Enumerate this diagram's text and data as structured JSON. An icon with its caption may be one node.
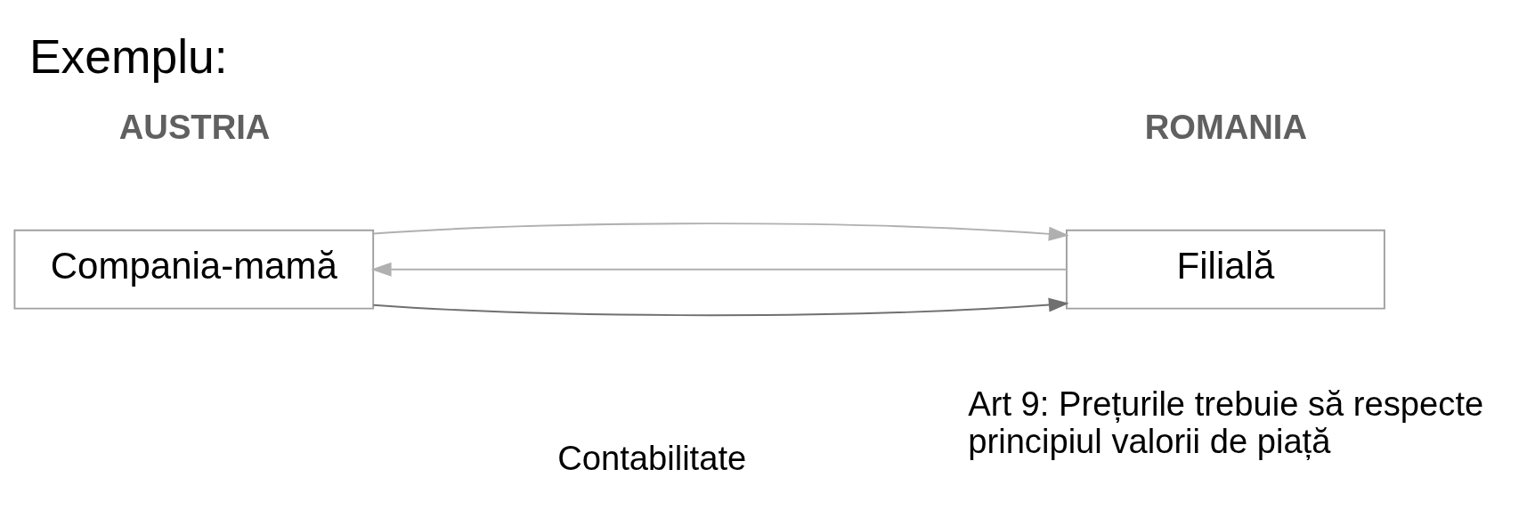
{
  "diagram": {
    "title": "Exemplu:",
    "nodes": [
      {
        "text": [
          "Compania-mamă"
        ]
      },
      {
        "text": [
          "Filială"
        ]
      }
    ],
    "edges": [
      {
        "from": 0,
        "to": 1,
        "arrow": "to"
      },
      {
        "from": 1,
        "to": 0,
        "arrow": "to",
        "color": "#b0b0b0"
      },
      {
        "from": 0,
        "to": 1,
        "arrow": "to",
        "color": "#b0b0b0"
      }
    ],
    "labels": [
      "AUSTRIA",
      "ROMANIA",
      "Contabilitate",
      "Art 9: Prețurile trebuie să respecte principiul valorii de piață"
    ]
  }
}
